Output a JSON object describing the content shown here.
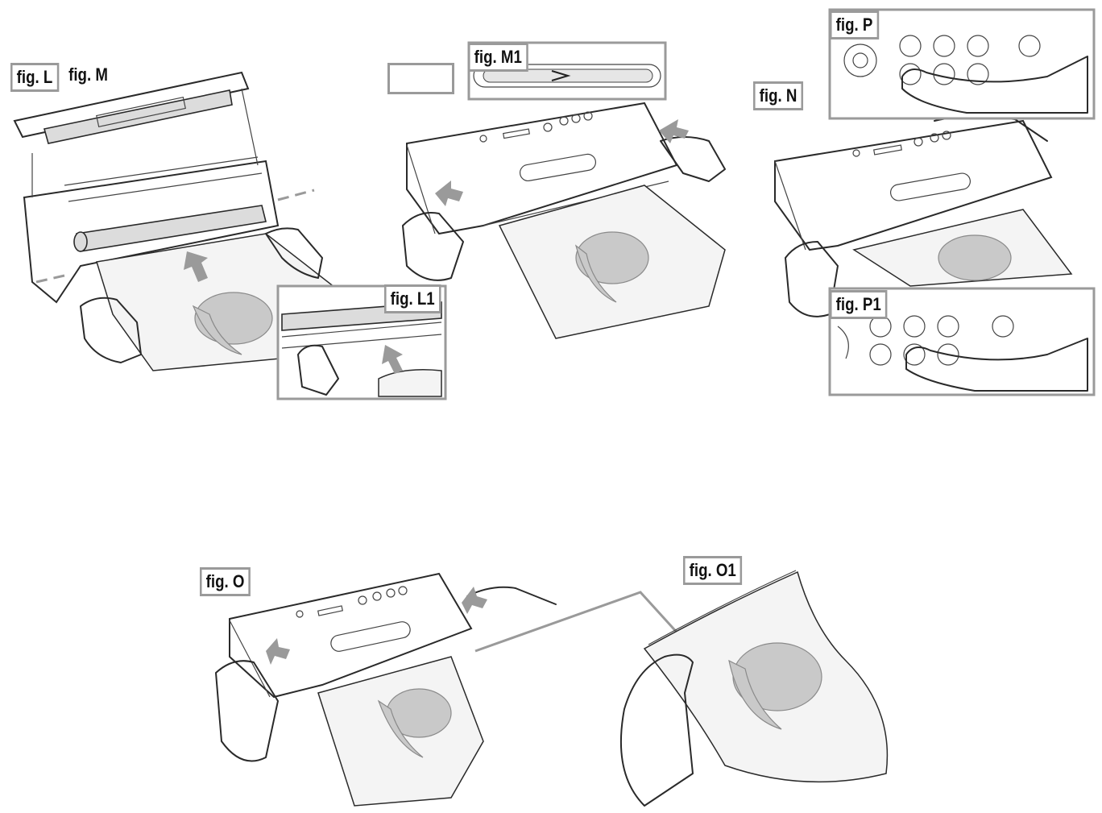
{
  "figures": {
    "fig_l": "fig. L",
    "fig_m": "fig. M",
    "fig_m1": "fig. M1",
    "fig_l1": "fig. L1",
    "fig_n": "fig. N",
    "fig_p": "fig. P",
    "fig_p1": "fig. P1",
    "fig_o": "fig. O",
    "fig_o1": "fig. O1"
  },
  "colors": {
    "line": "#2a2a2a",
    "label_border": "#9a9a9a",
    "arrow": "#9a9a9a",
    "food": "#c9c9c9"
  }
}
